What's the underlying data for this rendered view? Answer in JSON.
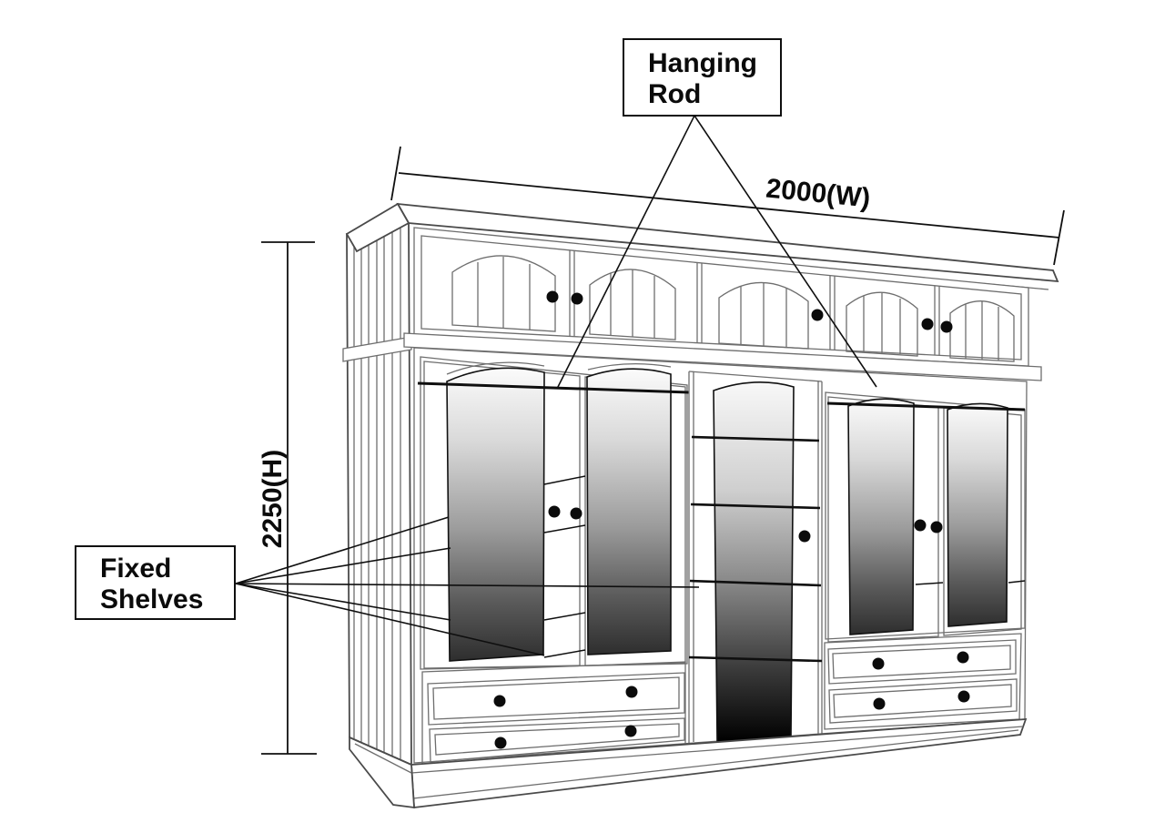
{
  "callouts": {
    "hanging_rod": {
      "line1": "Hanging",
      "line2": "Rod"
    },
    "fixed_shelves": {
      "line1": "Fixed",
      "line2": "Shelves"
    }
  },
  "dimensions": {
    "width_label": "2000(W)",
    "height_label": "2250(H)"
  },
  "colors": {
    "background": "#ffffff",
    "outline": "#6e6e6e",
    "silhouette": "#4a4a4a",
    "ink": "#0f0f0f",
    "mirror_top": "#fbfbfb",
    "mirror_bottom": "#2e2e2e",
    "column_mirror_bottom": "#000000"
  }
}
